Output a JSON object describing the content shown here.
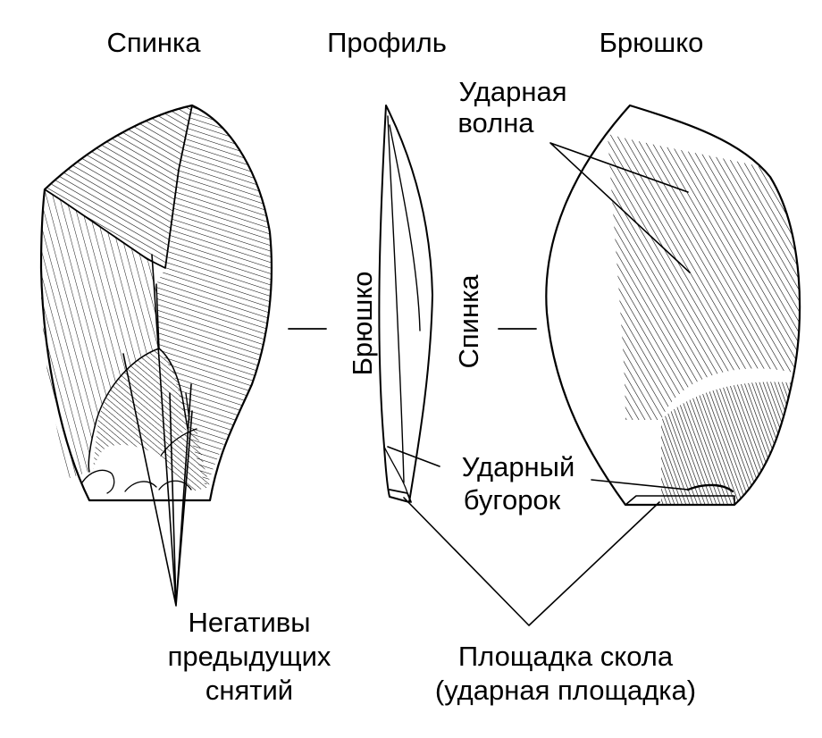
{
  "headers": {
    "left": "Спинка",
    "center": "Профиль",
    "right": "Брюшко"
  },
  "profile_sides": {
    "left": "Брюшко",
    "right": "Спинка"
  },
  "callouts": {
    "wave_line1": "Ударная",
    "wave_line2": "волна",
    "bulb_line1": "Ударный",
    "bulb_line2": "бугорок",
    "negatives_line1": "Негативы",
    "negatives_line2": "предыдущих",
    "negatives_line3": "снятий",
    "platform_line1": "Площадка скола",
    "platform_line2": "(ударная площадка)"
  },
  "colors": {
    "ink": "#000000",
    "background": "#ffffff"
  }
}
